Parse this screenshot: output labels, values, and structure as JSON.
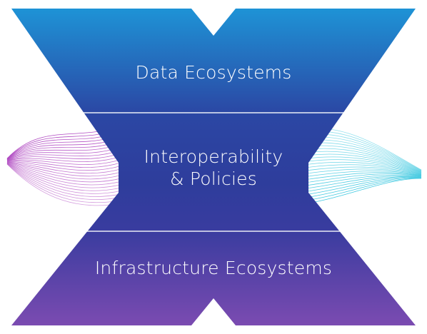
{
  "diagram": {
    "layers": [
      {
        "id": "top",
        "label": "Data Ecosystems"
      },
      {
        "id": "middle",
        "label_line1": "Interoperability",
        "label_line2": "& Policies"
      },
      {
        "id": "bottom",
        "label": "Infrastructure Ecosystems"
      }
    ],
    "colors": {
      "top_start": "#1f8fd4",
      "top_end": "#2b4aa6",
      "middle": "#2d3d9a",
      "bottom_start": "#3b3d9e",
      "bottom_end": "#7a4ab0",
      "left_wave": "#b04ac2",
      "right_wave": "#3ec8e0",
      "divider": "#ffffff"
    },
    "decorations": {
      "left": "purple-wave-lines",
      "right": "cyan-wave-lines"
    }
  }
}
